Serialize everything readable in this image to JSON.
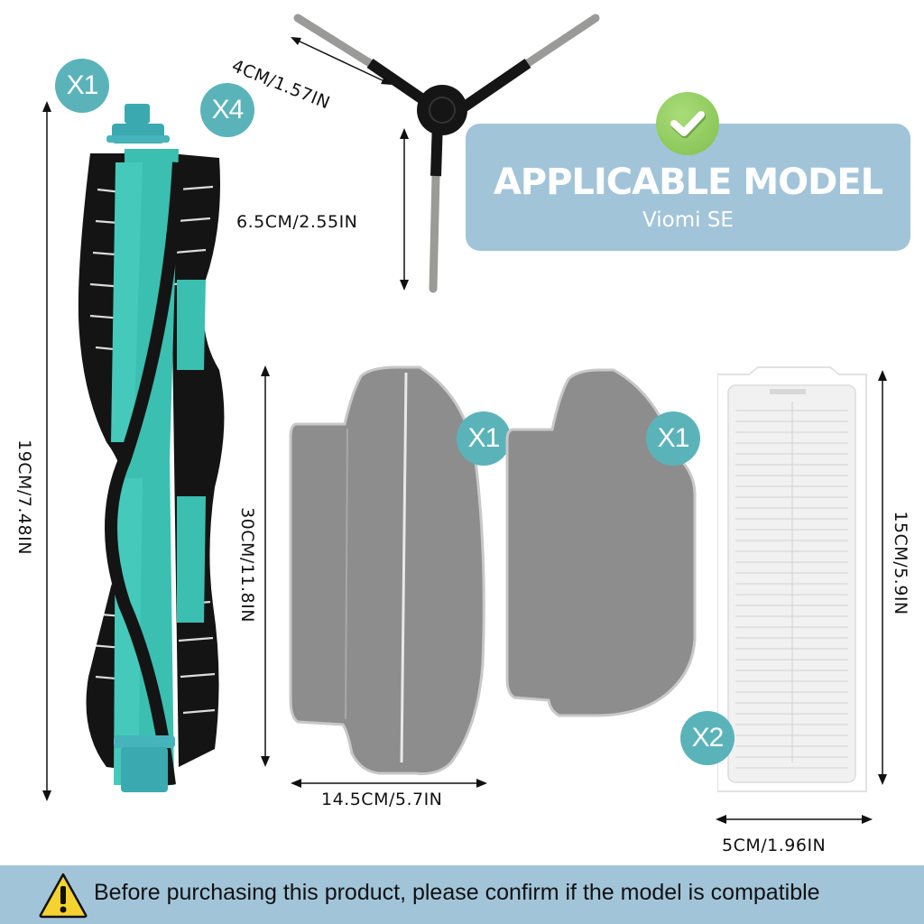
{
  "product": {
    "items": [
      {
        "name": "main-roller-brush",
        "quantity_label": "X1",
        "length_label": "19CM/7.48IN"
      },
      {
        "name": "side-brush",
        "quantity_label": "X4",
        "arm_label": "4CM/1.57IN",
        "height_label": "6.5CM/2.55IN"
      },
      {
        "name": "mop-pad-1",
        "quantity_label": "X1",
        "height_label": "30CM/11.8IN",
        "width_label": "14.5CM/5.7IN"
      },
      {
        "name": "mop-pad-2",
        "quantity_label": "X1"
      },
      {
        "name": "hepa-filter",
        "quantity_label": "X2",
        "height_label": "15CM/5.9IN",
        "width_label": "5CM/1.96IN"
      }
    ]
  },
  "model_card": {
    "title": "APPLICABLE MODEL",
    "model": "Viomi SE",
    "icon": "check-icon"
  },
  "warning": {
    "icon": "warning-icon",
    "text": "Before purchasing this product, please confirm if the model is compatible"
  },
  "colors": {
    "badge": "#5bb3ba",
    "banner": "#a2c4d9",
    "check": "#8cc95a",
    "brush_core": "#3bbfb0"
  }
}
